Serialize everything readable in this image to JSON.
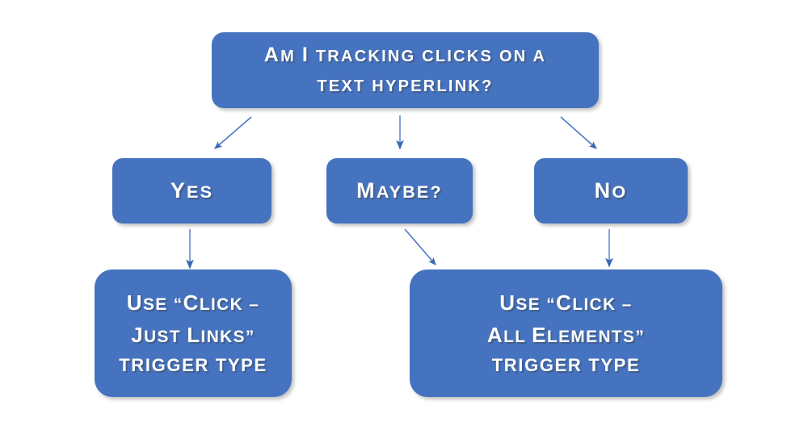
{
  "diagram": {
    "title": "Click trigger type decision flowchart",
    "background_color": "#ffffff",
    "node_color": "#4573bf",
    "node_text_color": "#ffffff",
    "arrow_color": "#4573bf",
    "question": {
      "line1_cap": "A",
      "line1_rest": "m ",
      "line1_cap2": "I",
      "line1_rest2": " tracking clicks on a",
      "line2": "text hyperlink?",
      "full_text": "Am I tracking clicks on a text hyperlink?"
    },
    "options": [
      {
        "id": "yes",
        "cap": "Y",
        "rest": "es",
        "full_text": "Yes"
      },
      {
        "id": "maybe",
        "cap": "M",
        "rest": "aybe?",
        "full_text": "Maybe?"
      },
      {
        "id": "no",
        "cap": "N",
        "rest": "o",
        "full_text": "No"
      }
    ],
    "outcomes": [
      {
        "id": "just-links",
        "l1_cap": "U",
        "l1_rest": "se “",
        "l1_cap2": "C",
        "l1_rest2": "lick –",
        "l2_cap": "J",
        "l2_rest": "ust ",
        "l2_cap2": "L",
        "l2_rest2": "inks”",
        "l3": "trigger type",
        "full_text": "Use “Click – Just Links” trigger type"
      },
      {
        "id": "all-elements",
        "l1_cap": "U",
        "l1_rest": "se “",
        "l1_cap2": "C",
        "l1_rest2": "lick –",
        "l2_cap": "A",
        "l2_rest": "ll ",
        "l2_cap2": "E",
        "l2_rest2": "lements”",
        "l3": "trigger type",
        "full_text": "Use “Click – All Elements” trigger type"
      }
    ],
    "edges": [
      {
        "id": "question-to-yes",
        "from": "question",
        "to": "yes",
        "direction": "down-left"
      },
      {
        "id": "question-to-maybe",
        "from": "question",
        "to": "maybe",
        "direction": "down"
      },
      {
        "id": "question-to-no",
        "from": "question",
        "to": "no",
        "direction": "down-right"
      },
      {
        "id": "yes-to-just-links",
        "from": "yes",
        "to": "just-links",
        "direction": "down"
      },
      {
        "id": "maybe-to-all-elements",
        "from": "maybe",
        "to": "all-elements",
        "direction": "down-right"
      },
      {
        "id": "no-to-all-elements",
        "from": "no",
        "to": "all-elements",
        "direction": "down"
      }
    ]
  }
}
